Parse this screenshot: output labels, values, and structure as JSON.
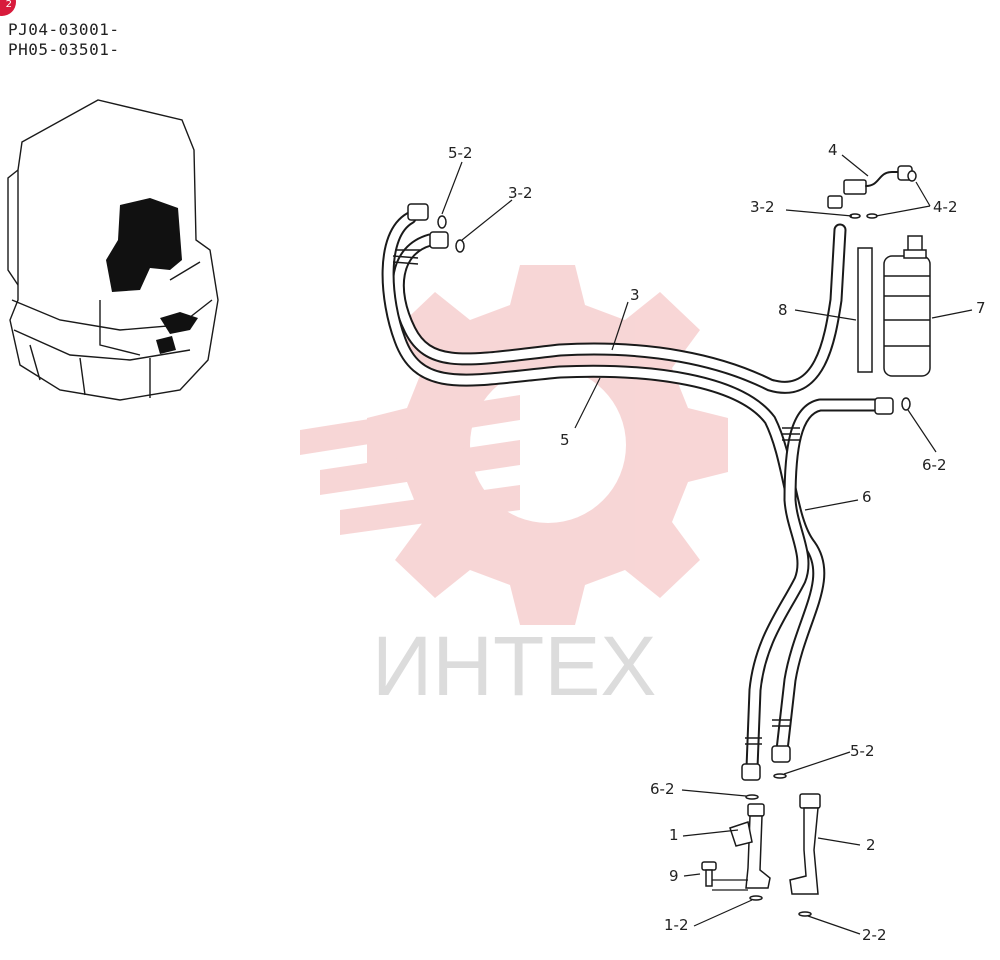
{
  "badge": "2",
  "serials": [
    "PJ04-03001-",
    "PH05-03501-"
  ],
  "watermark": "ИНТЕХ",
  "labels": {
    "l4": "4",
    "l4_2": "4-2",
    "l3_2_top": "3-2",
    "l5_2_top": "5-2",
    "l3_2_right": "3-2",
    "l3": "3",
    "l8": "8",
    "l7": "7",
    "l5": "5",
    "l6_2_right": "6-2",
    "l6": "6",
    "l5_2_bottom": "5-2",
    "l6_2_bottom": "6-2",
    "l1": "1",
    "l2": "2",
    "l9": "9",
    "l1_2": "1-2",
    "l2_2": "2-2"
  },
  "colors": {
    "watermark_red": "#f2b5b5",
    "watermark_gray": "#dcdcdc",
    "badge": "#d81b3c"
  }
}
